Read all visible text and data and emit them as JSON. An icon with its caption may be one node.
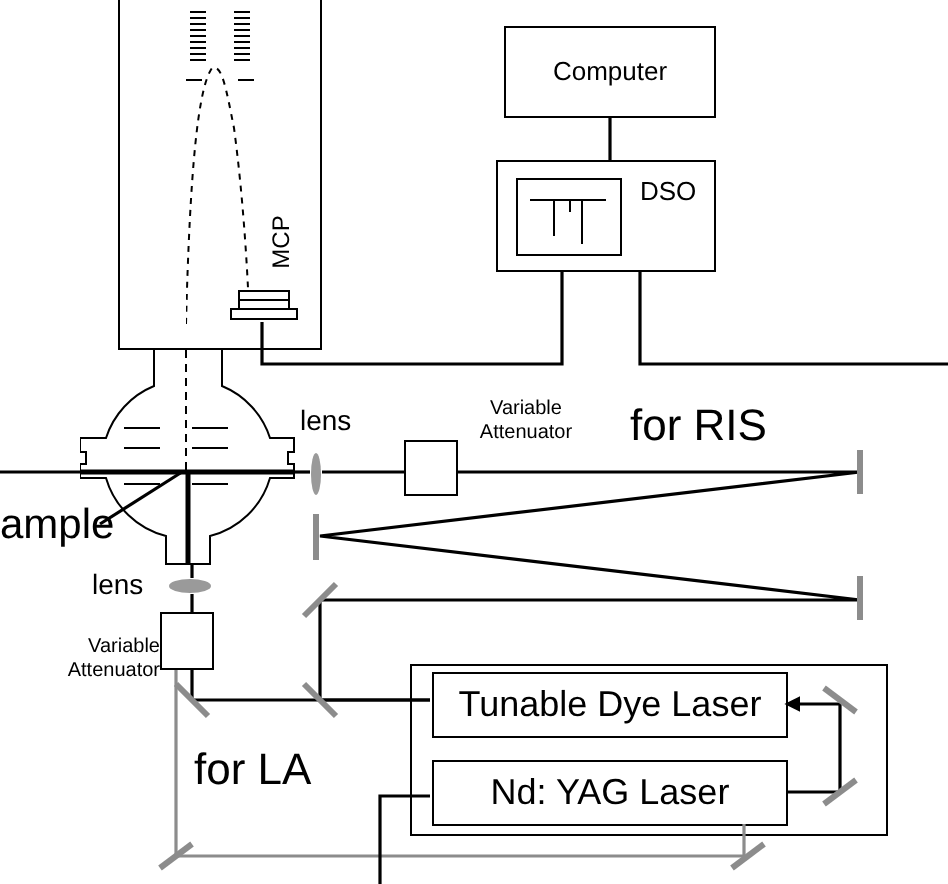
{
  "diagram": {
    "nodes": [
      {
        "text": [
          "Computer"
        ]
      },
      {
        "text": [
          "DSO"
        ]
      },
      {
        "text": [],
        "shape": "box"
      },
      {
        "text": [
          "MCP"
        ],
        "in": 2
      },
      {
        "text": [],
        "shape": "circle"
      },
      {
        "text": [
          "lens"
        ]
      },
      {
        "text": [
          "Variable Attenuator"
        ]
      },
      {
        "text": [
          "ample"
        ]
      },
      {
        "text": [
          "lens"
        ]
      },
      {
        "text": [
          "Variable Attenuator"
        ]
      },
      {
        "text": [],
        "shape": "box"
      },
      {
        "text": [
          "Tunable Dye Laser"
        ],
        "in": 10
      },
      {
        "text": [
          "Nd: YAG Laser"
        ],
        "in": 10
      }
    ],
    "edges": [
      {
        "from": 0,
        "to": 1,
        "arrow": "none"
      },
      {
        "from": 1,
        "to": 3,
        "arrow": "none"
      },
      {
        "from": 1,
        "to": null,
        "arrow": "none"
      },
      {
        "from": 11,
        "to": 6,
        "arrow": "none"
      },
      {
        "from": 6,
        "to": 5,
        "arrow": "none"
      },
      {
        "from": 5,
        "to": 4,
        "arrow": "none"
      },
      {
        "from": 11,
        "to": 9,
        "arrow": "none"
      },
      {
        "from": 9,
        "to": 8,
        "arrow": "none"
      },
      {
        "from": 8,
        "to": 4,
        "arrow": "none"
      },
      {
        "from": 12,
        "to": 11,
        "arrow": "to"
      },
      {
        "from": 12,
        "to": 9,
        "arrow": "none",
        "color": "#8c8c8c"
      },
      {
        "from": 12,
        "to": null,
        "arrow": "none"
      },
      {
        "from": 7,
        "to": 4,
        "arrow": "none"
      }
    ],
    "labels": [
      "for RIS",
      "for LA"
    ]
  }
}
